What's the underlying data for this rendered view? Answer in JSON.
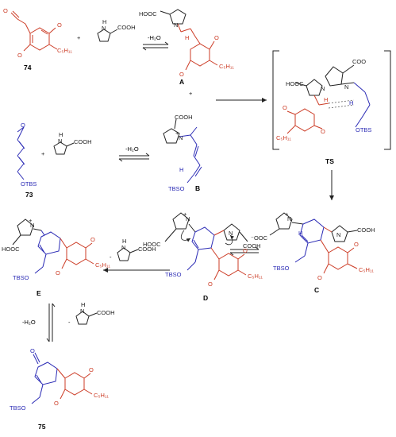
{
  "colors": {
    "aldehyde_fragment": "#cc3b25",
    "dienal_fragment": "#2b2bb5",
    "proline": "#222222",
    "background": "#ffffff"
  },
  "labels": {
    "cpd_74": "74",
    "cpd_73": "73",
    "cpd_75": "75",
    "cpd_A": "A",
    "cpd_B": "B",
    "cpd_C": "C",
    "cpd_D": "D",
    "cpd_E": "E",
    "cpd_TS": "TS",
    "plus_1": "+",
    "plus_2": "+",
    "plus_3": "+",
    "minus_water_1": "-H₂O",
    "minus_water_2": "-H₂O",
    "minus_water_3": "-H₂O",
    "minus_1": "-",
    "minus_2": "-"
  },
  "groups": {
    "cooh": "COOH",
    "hooc": "HOOC",
    "coo_minus": "COO",
    "minus_coo": "⁻OOC",
    "nh": "N",
    "h": "H",
    "n_plus": "N",
    "plus": "+",
    "c5h11": "C₅H₁₁",
    "otbs": "OTBS",
    "tbso": "TBSO",
    "o": "O"
  }
}
